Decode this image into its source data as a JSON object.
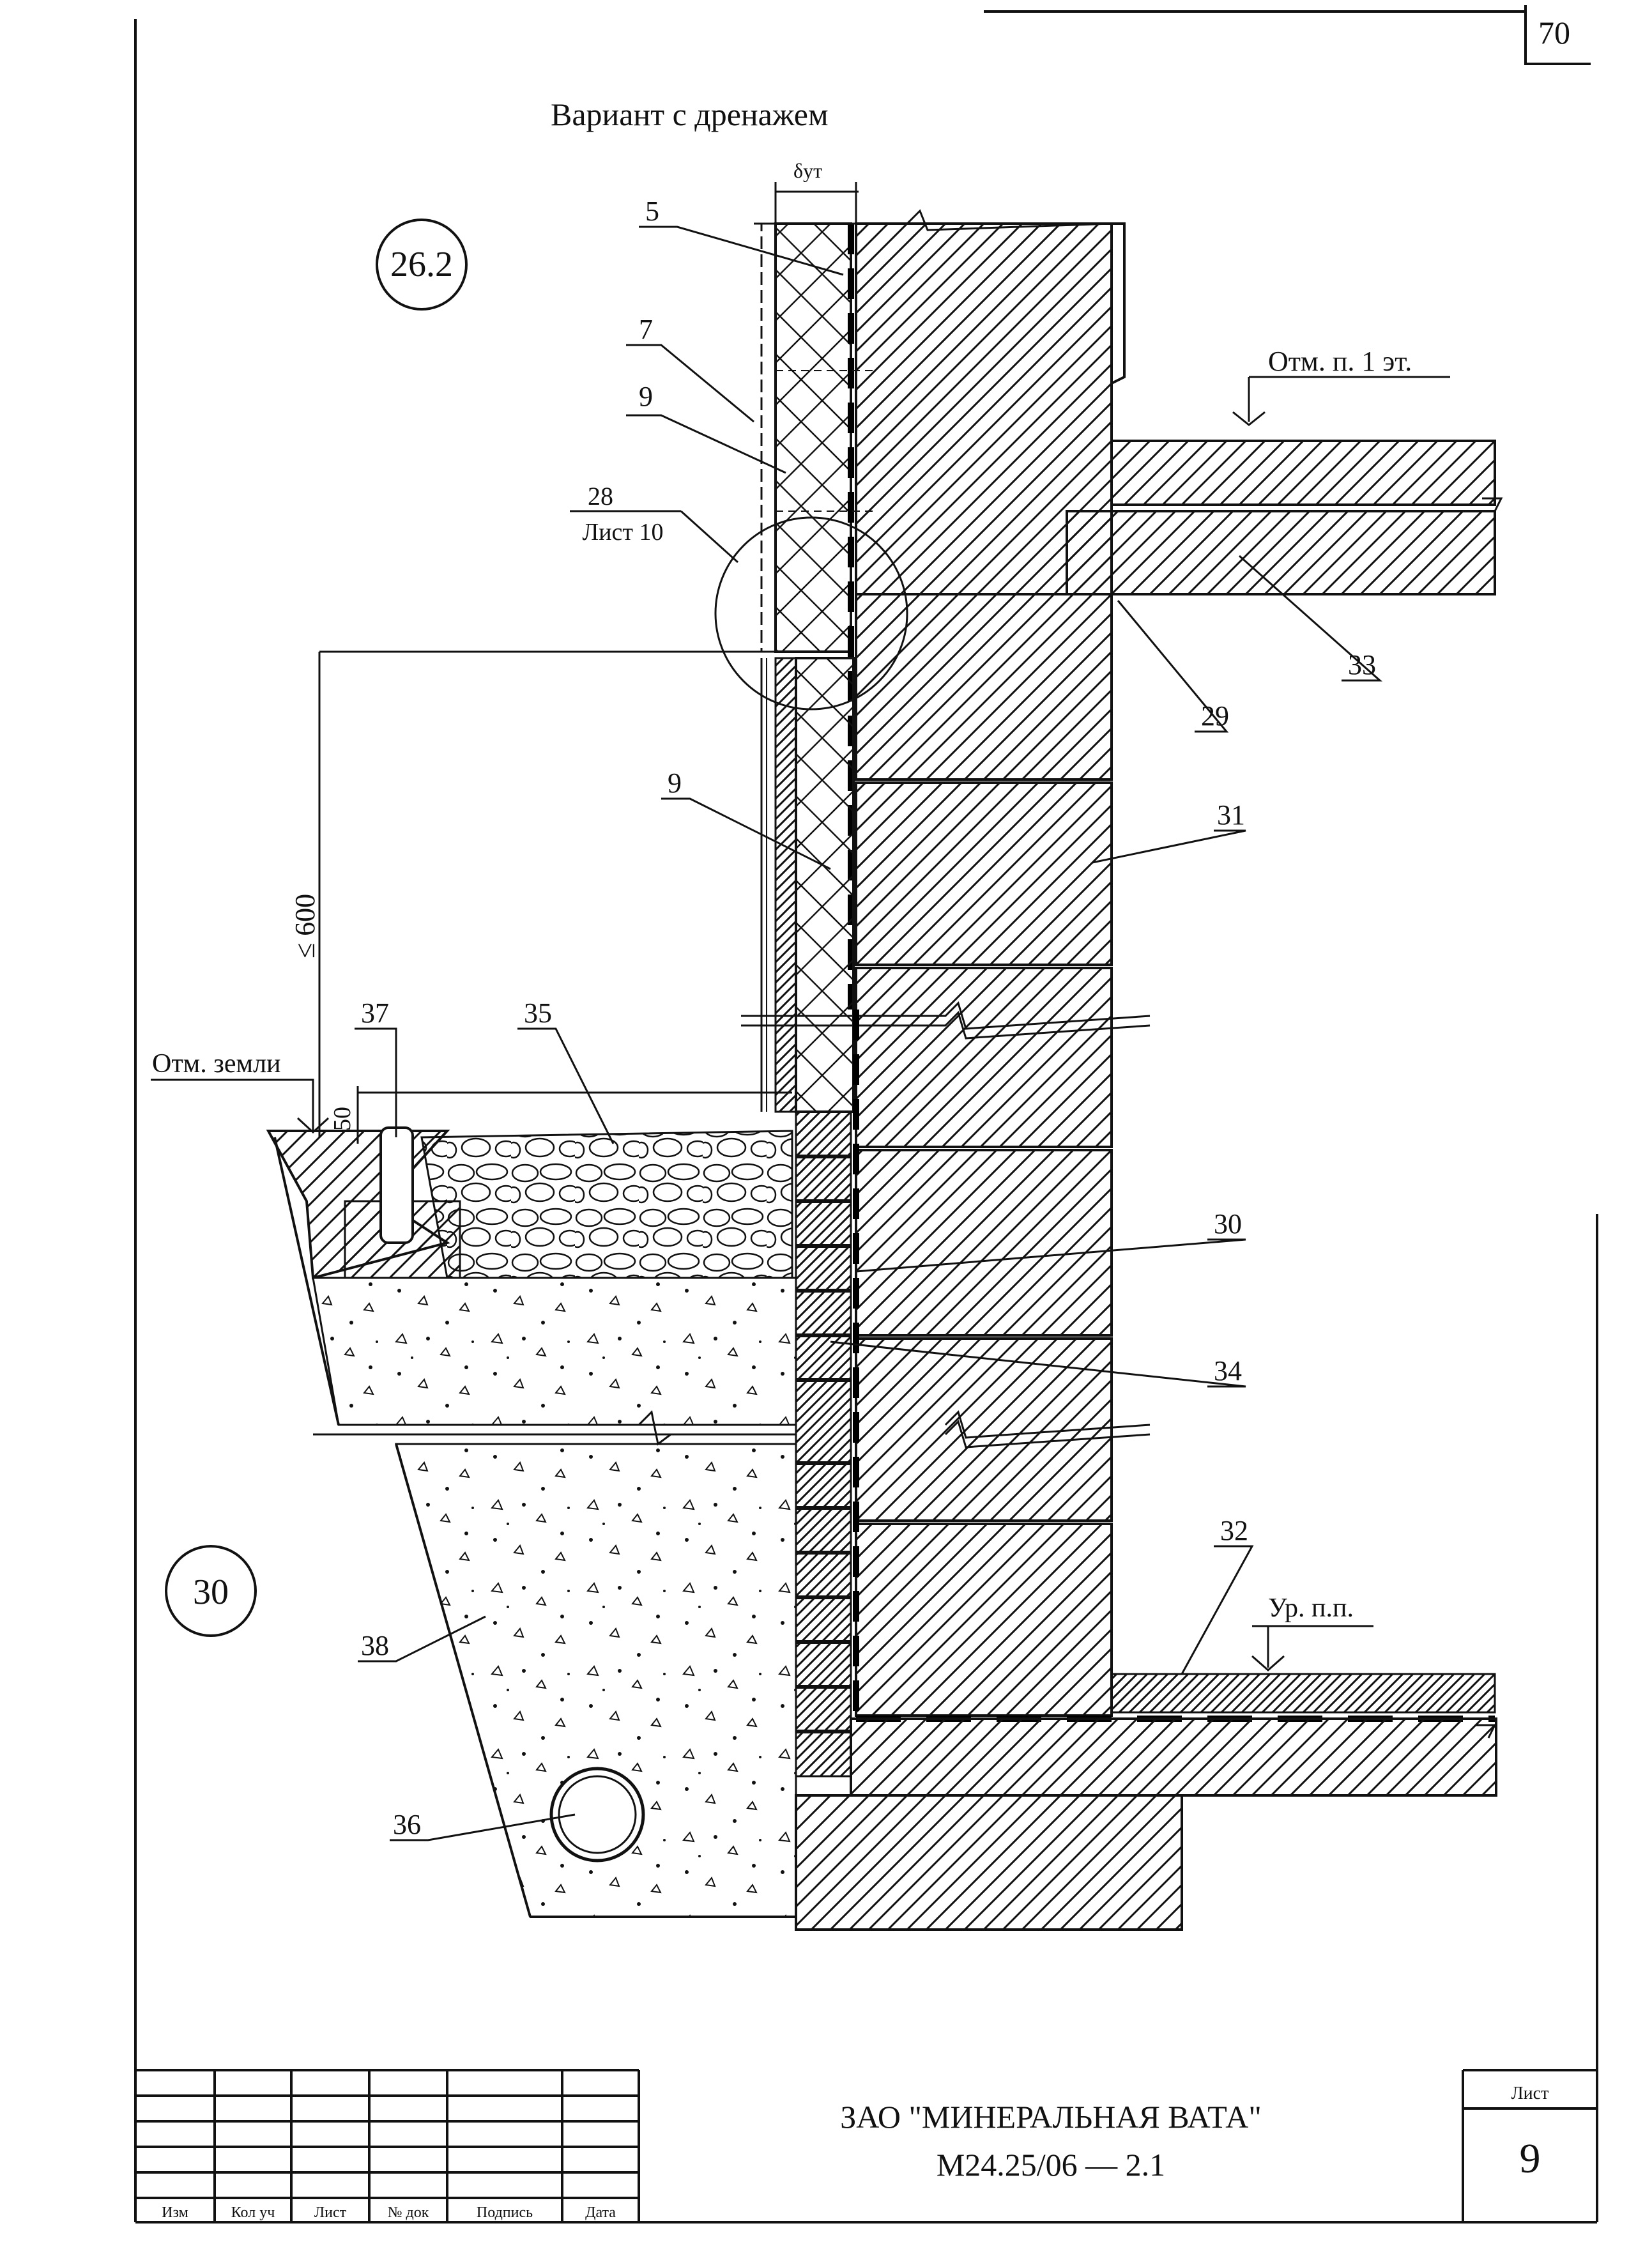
{
  "page_number": "70",
  "caption": "Вариант с дренажем",
  "detail_markers": [
    "26.2",
    "30"
  ],
  "dimension": {
    "insulation_thickness": "δут",
    "height_limit": "≤ 600",
    "step": "50"
  },
  "reference": {
    "number": "28",
    "sheet": "Лист 10"
  },
  "levels": {
    "first_floor": "Отм. п. 1 эт.",
    "ground": "Отм. земли",
    "floor_level": "Ур. п.п."
  },
  "callouts": [
    "5",
    "7",
    "9",
    "9",
    "29",
    "33",
    "31",
    "37",
    "35",
    "30",
    "34",
    "32",
    "38",
    "36"
  ],
  "title_block": {
    "columns": [
      "Изм",
      "Кол уч",
      "Лист",
      "№ док",
      "Подпись",
      "Дата"
    ],
    "organization": "ЗАО \"МИНЕРАЛЬНАЯ ВАТА\"",
    "document_code": "М24.25/06  —  2.1",
    "sheet_label": "Лист",
    "sheet_number": "9"
  },
  "colors": {
    "ink": "#111111",
    "waterproofing": "#000000"
  }
}
